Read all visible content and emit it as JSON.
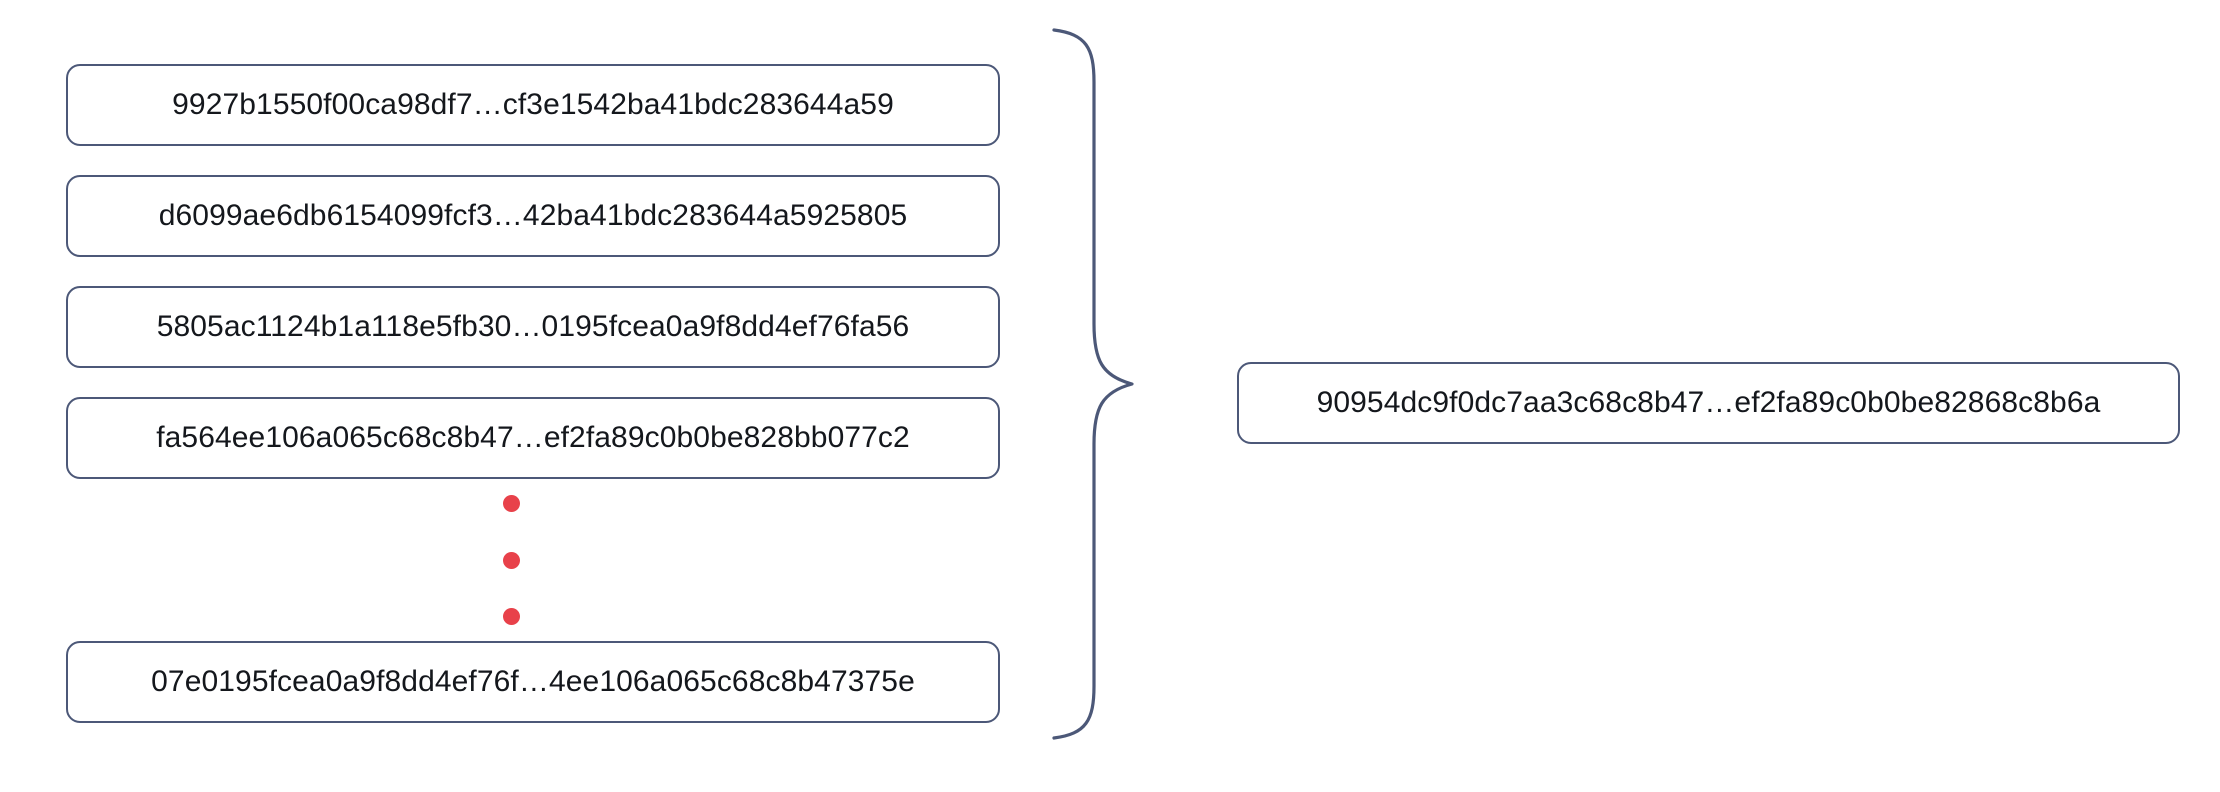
{
  "diagram": {
    "type": "hash-aggregation",
    "description": "A set of input hash values grouped by a curly brace producing one combined output hash",
    "colors": {
      "box_border": "#4c5878",
      "box_fill": "#ffffff",
      "text": "#14171c",
      "ellipsis_dot": "#e8414a",
      "brace_stroke": "#4c5878",
      "background": "#ffffff"
    },
    "inputs": [
      {
        "id": "input-0",
        "hash": "9927b1550f00ca98df7…cf3e1542ba41bdc283644a59"
      },
      {
        "id": "input-1",
        "hash": "d6099ae6db6154099fcf3…42ba41bdc283644a5925805"
      },
      {
        "id": "input-2",
        "hash": "5805ac1124b1a118e5fb30…0195fcea0a9f8dd4ef76fa56"
      },
      {
        "id": "input-3",
        "hash": "fa564ee106a065c68c8b47…ef2fa89c0b0be828bb077c2"
      },
      {
        "id": "input-4",
        "hash": "07e0195fcea0a9f8dd4ef76f…4ee106a065c68c8b47375e"
      }
    ],
    "ellipsis": {
      "name": "vertical-ellipsis",
      "dot_count": 3,
      "meaning": "additional omitted hash entries"
    },
    "grouping": {
      "name": "curly-brace",
      "orientation": "right-facing",
      "spans_inputs": 5
    },
    "output": {
      "id": "output-0",
      "hash": "90954dc9f0dc7aa3c68c8b47…ef2fa89c0b0be82868c8b6a"
    }
  }
}
